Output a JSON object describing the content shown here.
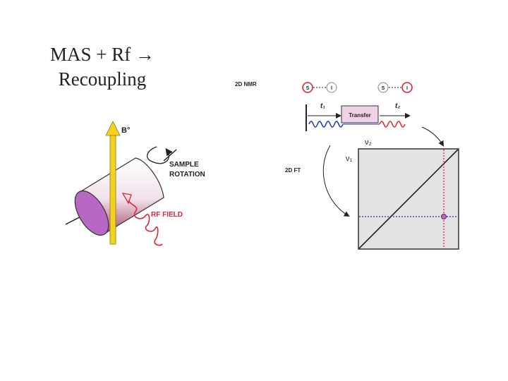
{
  "slide": {
    "title_line1": "MAS + Rf →",
    "title_line2": "Recoupling"
  },
  "left_diagram": {
    "field_label": "B°",
    "rotation_label_1": "SAMPLE",
    "rotation_label_2": "ROTATION",
    "rf_label": "RF FIELD"
  },
  "right_diagram": {
    "nmr_label": "2D NMR",
    "spin_s": "S",
    "spin_i": "I",
    "t1_label": "t₁",
    "t2_label": "t₂",
    "transfer_label": "Transfer",
    "ft_label": "2D FT",
    "nu2_label": "ν₂",
    "nu1_label": "ν₁"
  },
  "colors": {
    "arrow_yellow": "#f3d21e",
    "sample_purple": "#b768c4",
    "rf_red": "#d8263a",
    "fid_blue": "#2233aa",
    "spectrum_bg": "#e3e3e3",
    "transfer_fill": "#f0d2e6"
  }
}
